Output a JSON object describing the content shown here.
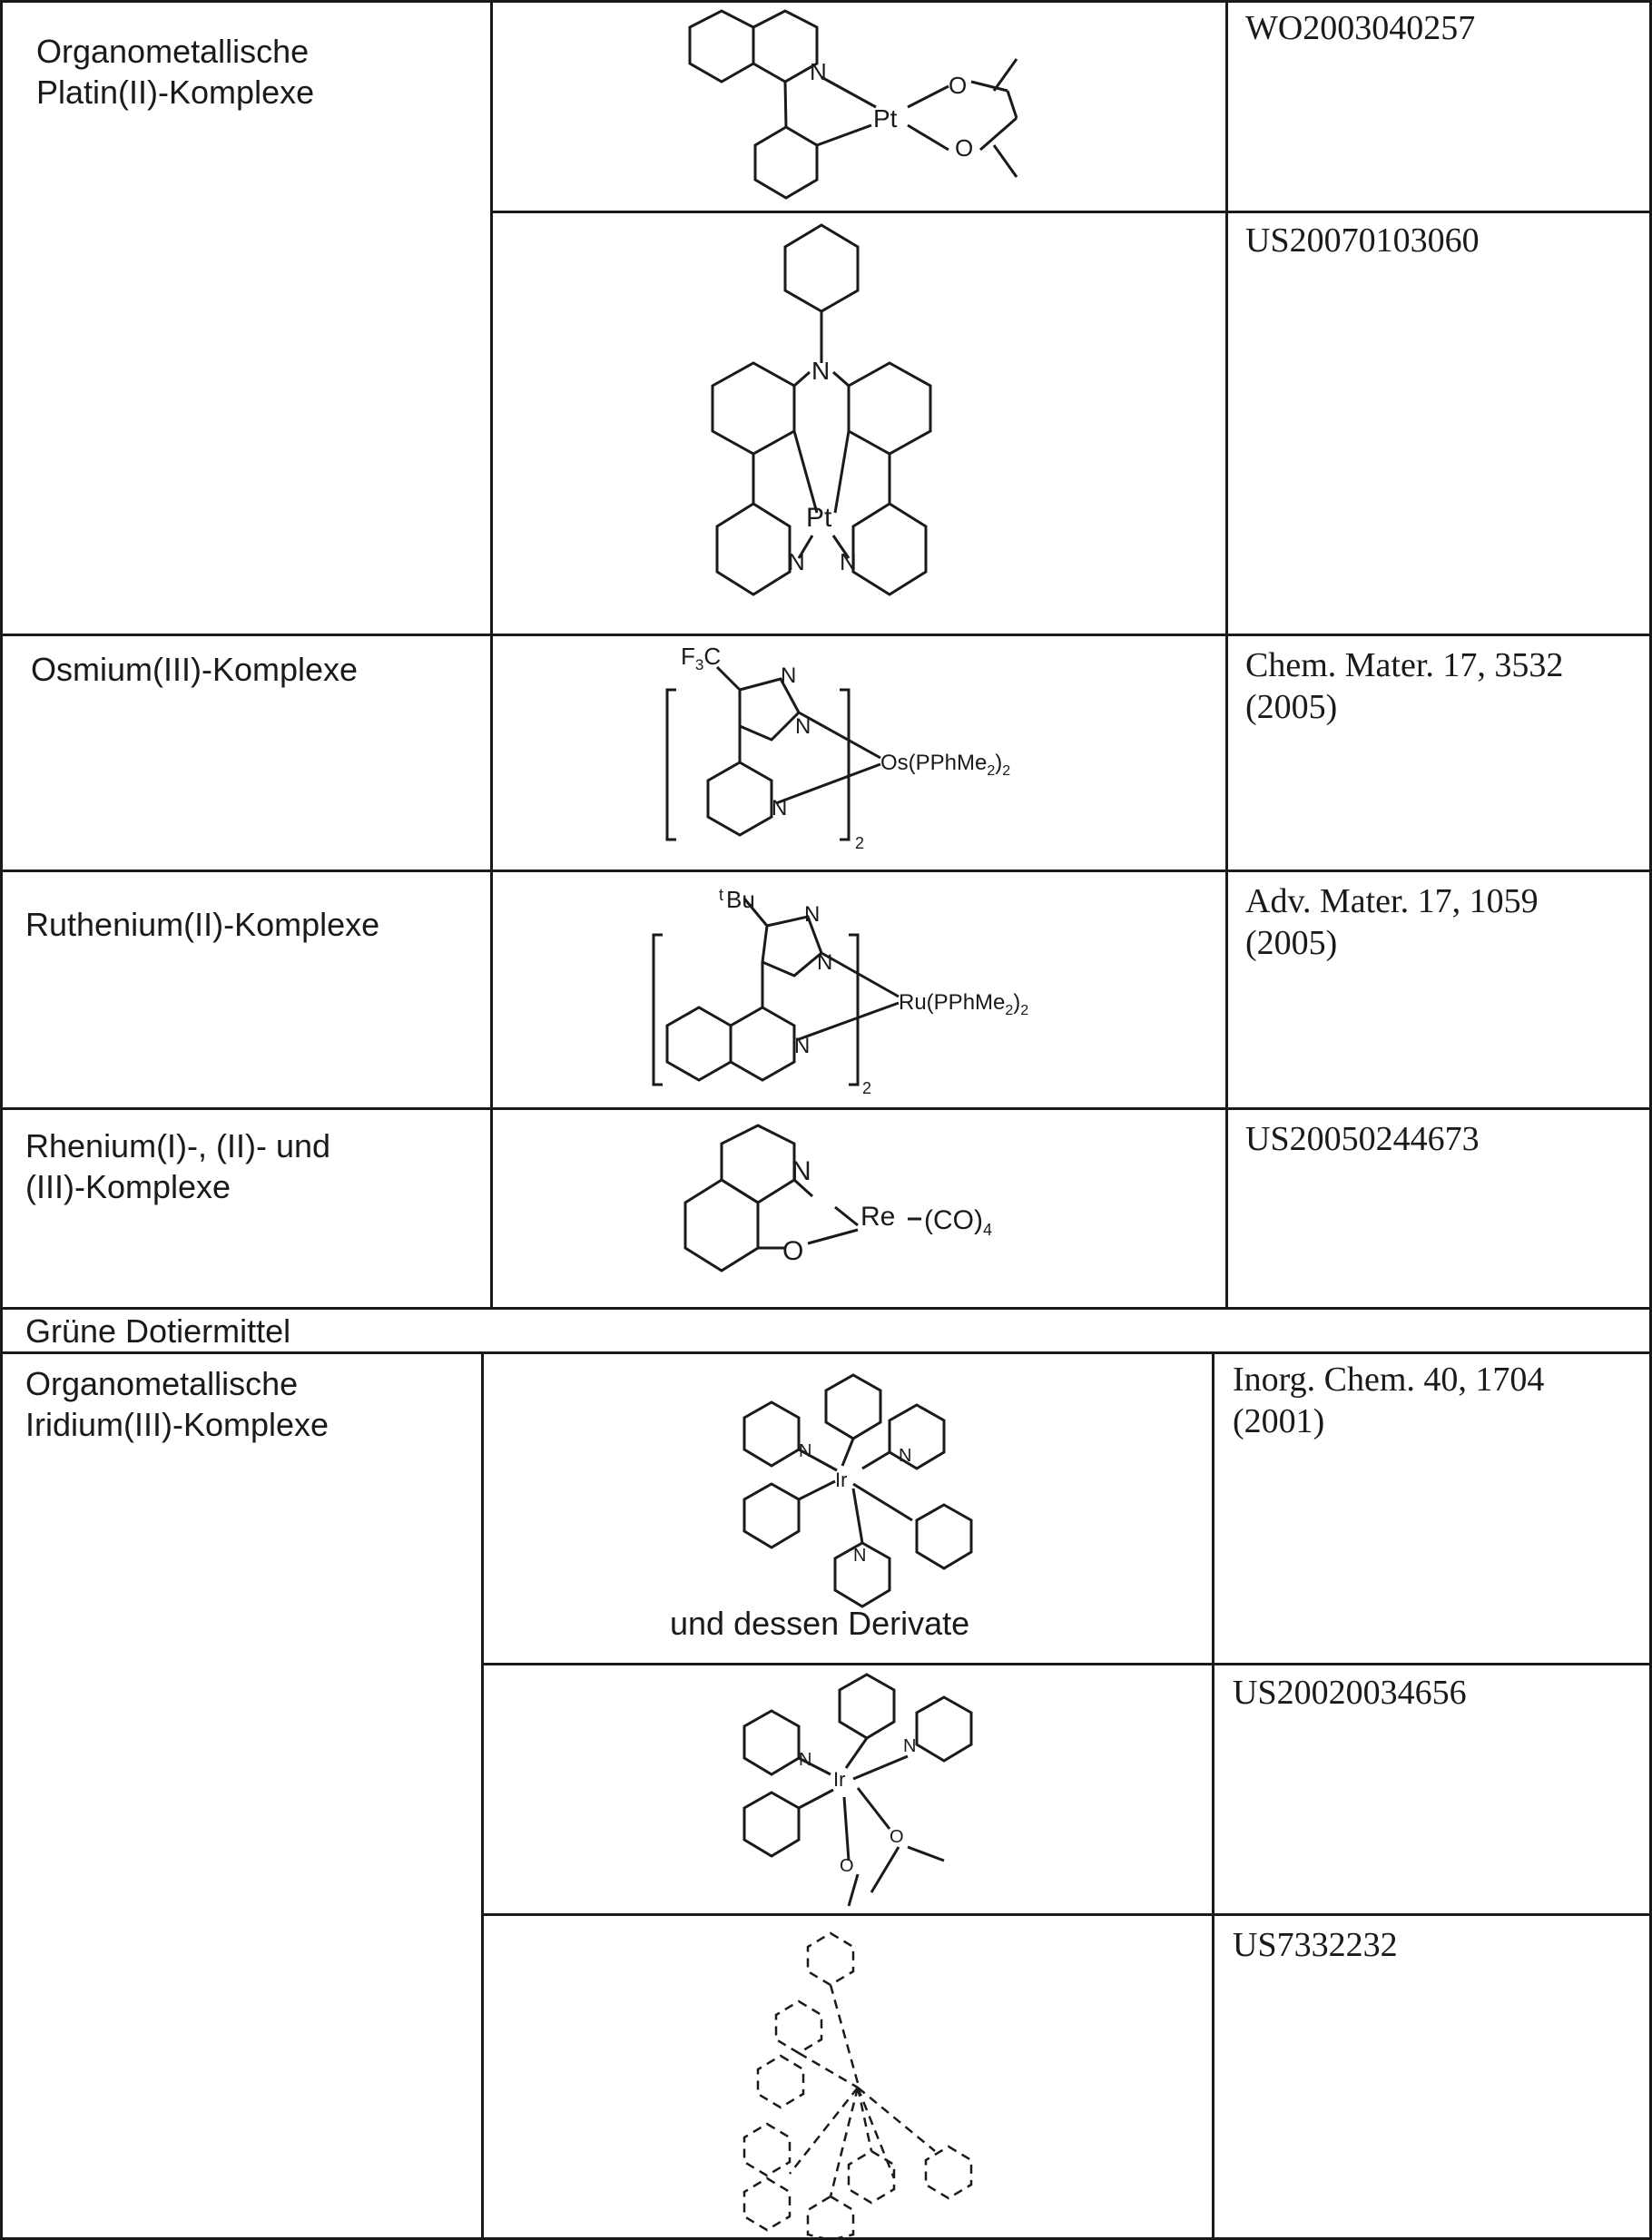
{
  "rows": [
    {
      "category": "Organometallische\nPlatin(II)-Komplexe",
      "reference": "WO2003040257"
    },
    {
      "reference": "US20070103060"
    },
    {
      "category": "Osmium(III)-Komplexe",
      "reference": "Chem. Mater. 17, 3532\n(2005)"
    },
    {
      "category": "Ruthenium(II)-Komplexe",
      "reference": "Adv. Mater. 17, 1059\n(2005)"
    },
    {
      "category": "Rhenium(I)-, (II)- und\n(III)-Komplexe",
      "reference": "US20050244673"
    },
    {
      "section": "Grüne Dotiermittel"
    },
    {
      "category": "Organometallische\nIridium(III)-Komplexe",
      "reference": "Inorg. Chem. 40, 1704\n(2001)",
      "caption": "und dessen Derivate"
    },
    {
      "reference": "US20020034656"
    },
    {
      "reference": "US7332232"
    }
  ],
  "atoms": {
    "pt": "Pt",
    "n": "N",
    "o": "O",
    "os": "Os(PPhMe",
    "ru": "Ru(PPhMe",
    "re": "Re",
    "co": "(CO)",
    "ir": "Ir",
    "f3c": "F",
    "sub3": "3",
    "c": "C",
    "tbu_t": "t",
    "tbu": "Bu",
    "sub2": "2",
    "close2": ")",
    "sub4": "4"
  }
}
